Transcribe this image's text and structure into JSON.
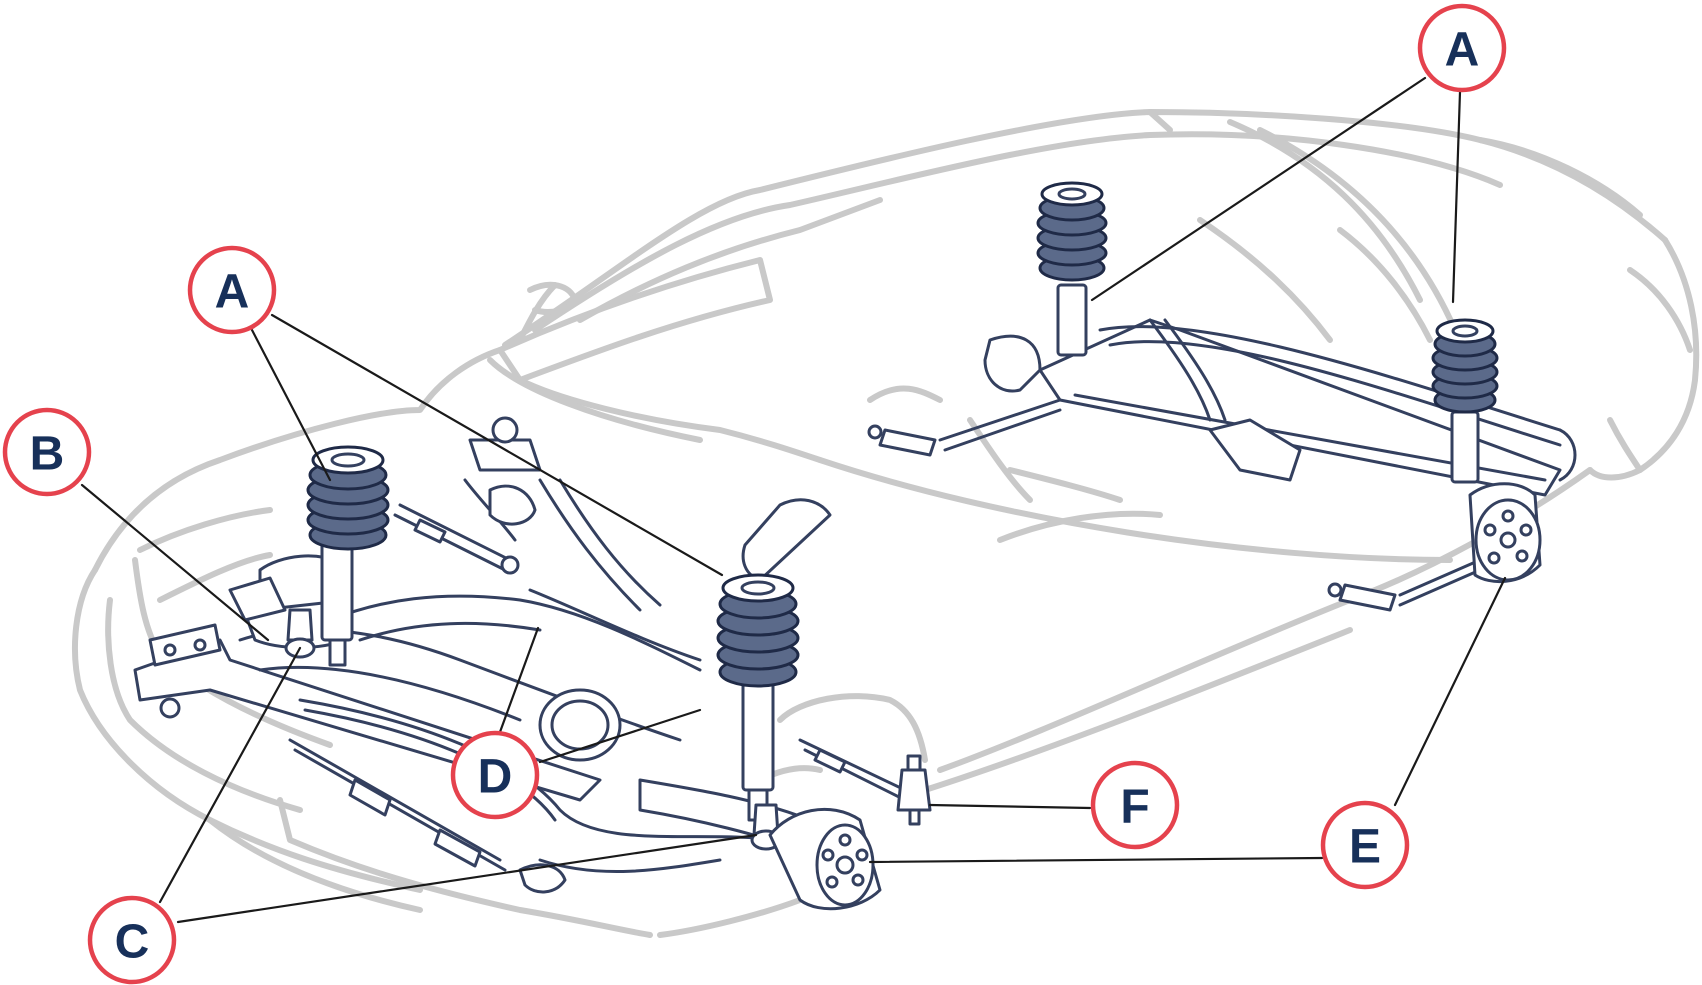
{
  "colors": {
    "badge_outline": "#e5424d",
    "badge_text": "#17305a",
    "car_outline": "#c9c9c9",
    "part_line": "#34405f",
    "coil_fill": "#5b6a8a",
    "leader": "#1a1a1a"
  },
  "labels": {
    "a_front": "A",
    "a_rear_left": "A",
    "a_rear_right": "A",
    "b": "B",
    "c": "C",
    "d": "D",
    "e": "E",
    "f": "F"
  }
}
